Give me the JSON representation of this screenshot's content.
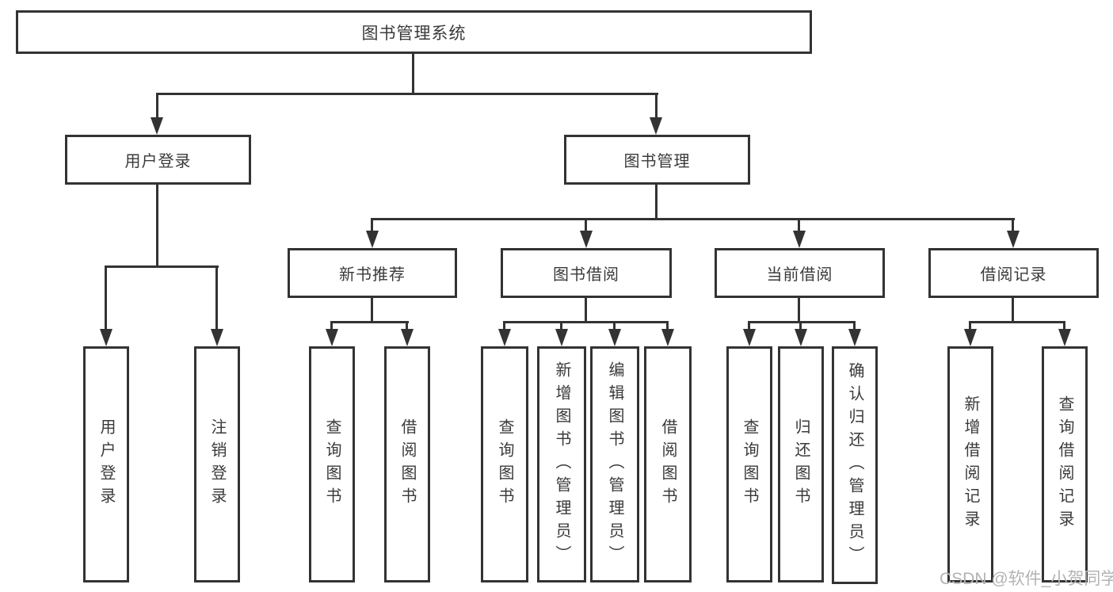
{
  "diagram": {
    "root": "图书管理系统",
    "branches": [
      {
        "label": "用户登录",
        "children": [
          "用户登录",
          "注销登录"
        ]
      },
      {
        "label": "图书管理",
        "groups": [
          {
            "label": "新书推荐",
            "children": [
              "查询图书",
              "借阅图书"
            ]
          },
          {
            "label": "图书借阅",
            "children": [
              "查询图书",
              "新增图书（管理员）",
              "编辑图书（管理员）",
              "借阅图书"
            ]
          },
          {
            "label": "当前借阅",
            "children": [
              "查询图书",
              "归还图书",
              "确认归还（管理员）"
            ]
          },
          {
            "label": "借阅记录",
            "children": [
              "新增借阅记录",
              "查询借阅记录"
            ]
          }
        ]
      }
    ]
  },
  "watermark": {
    "text": "CSDN @软件_小贺同学"
  },
  "colors": {
    "line": "#333333",
    "text": "#3a3a3a",
    "watermark": "#b3b3b3",
    "background": "#ffffff"
  }
}
